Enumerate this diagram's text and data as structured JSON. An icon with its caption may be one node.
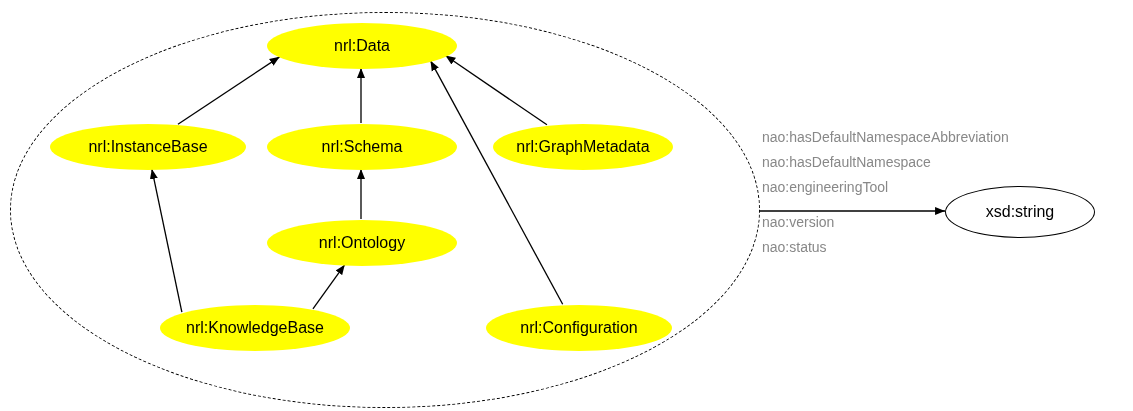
{
  "diagram": {
    "nodes": [
      {
        "text": [],
        "shape": "ellipse"
      },
      {
        "text": [
          "nrl:Data"
        ],
        "in": 0
      },
      {
        "text": [
          "nrl:InstanceBase"
        ],
        "in": 0
      },
      {
        "text": [
          "nrl:Schema"
        ],
        "in": 0
      },
      {
        "text": [
          "nrl:GraphMetadata"
        ],
        "in": 0
      },
      {
        "text": [
          "nrl:Ontology"
        ],
        "in": 0
      },
      {
        "text": [
          "nrl:KnowledgeBase"
        ],
        "in": 0
      },
      {
        "text": [
          "nrl:Configuration"
        ],
        "in": 0
      },
      {
        "text": [
          "xsd:string"
        ]
      }
    ],
    "edges": [
      {
        "from": 2,
        "to": 1,
        "arrow": "to"
      },
      {
        "from": 3,
        "to": 1,
        "arrow": "to"
      },
      {
        "from": 4,
        "to": 1,
        "arrow": "to"
      },
      {
        "from": 7,
        "to": 1,
        "arrow": "to"
      },
      {
        "from": 5,
        "to": 3,
        "arrow": "to"
      },
      {
        "from": 6,
        "to": 2,
        "arrow": "to"
      },
      {
        "from": 6,
        "to": 5,
        "arrow": "to"
      },
      {
        "from": 0,
        "to": 8,
        "arrow": "to"
      }
    ],
    "labels": [
      "nao:hasDefaultNamespaceAbbreviation",
      "nao:hasDefaultNamespace",
      "nao:engineeringTool",
      "nao:version",
      "nao:status"
    ]
  }
}
